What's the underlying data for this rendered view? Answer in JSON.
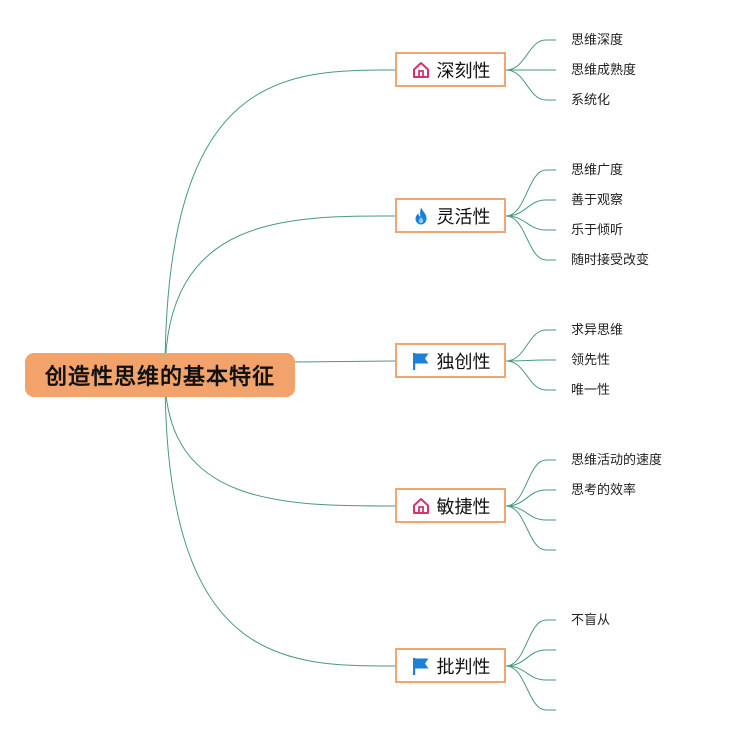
{
  "root": {
    "label": "创造性思维的基本特征"
  },
  "branches": [
    {
      "label": "深刻性",
      "icon": "house-icon",
      "children": [
        "思维深度",
        "思维成熟度",
        "系统化"
      ],
      "empty_slots": 0
    },
    {
      "label": "灵活性",
      "icon": "fire-icon",
      "children": [
        "思维广度",
        "善于观察",
        "乐于倾听",
        "随时接受改变"
      ],
      "empty_slots": 0
    },
    {
      "label": "独创性",
      "icon": "flag-icon",
      "children": [
        "求异思维",
        "领先性",
        "唯一性"
      ],
      "empty_slots": 0
    },
    {
      "label": "敏捷性",
      "icon": "house-icon",
      "children": [
        "思维活动的速度",
        "思考的效率"
      ],
      "empty_slots": 2
    },
    {
      "label": "批判性",
      "icon": "flag-icon",
      "children": [
        "不盲从"
      ],
      "empty_slots": 3
    }
  ],
  "colors": {
    "root_fill": "#f2a36b",
    "branch_border": "#f0a572",
    "link": "#4a9a7a",
    "house": "#d6336c",
    "fire": "#1e7fd6",
    "flag": "#1e7fd6"
  }
}
